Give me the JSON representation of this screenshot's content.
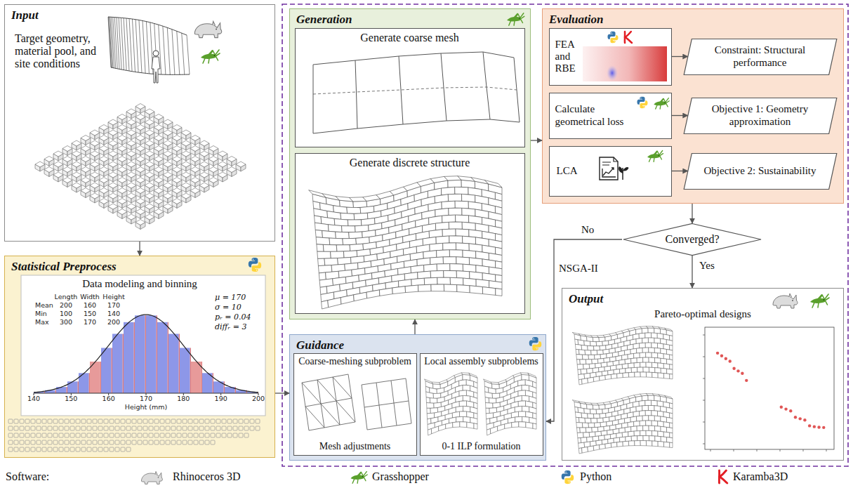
{
  "diagram": {
    "nodes": [
      {
        "text": [
          "Input",
          "Target geometry, material pool, and site conditions"
        ]
      },
      {
        "text": [
          "Statistical Preprocess",
          "Data modeling and binning"
        ]
      },
      {
        "text": [
          "Generation"
        ]
      },
      {
        "text": [
          "Generate coarse mesh"
        ],
        "in": 2
      },
      {
        "text": [
          "Generate discrete structure"
        ],
        "in": 2
      },
      {
        "text": [
          "Evaluation"
        ]
      },
      {
        "text": [
          "FEA and RBE"
        ],
        "in": 5
      },
      {
        "text": [
          "Calculate geometrical loss"
        ],
        "in": 5
      },
      {
        "text": [
          "LCA"
        ],
        "in": 5
      },
      {
        "text": [
          "Constraint: Structural performance"
        ],
        "in": 5
      },
      {
        "text": [
          "Objective 1: Geometry approximation"
        ],
        "in": 5
      },
      {
        "text": [
          "Objective 2: Sustainability"
        ],
        "in": 5
      },
      {
        "text": [
          "Converged?"
        ]
      },
      {
        "text": [
          "Guidance"
        ]
      },
      {
        "text": [
          "Coarse-meshing subproblem",
          "Mesh adjustments"
        ],
        "in": 13
      },
      {
        "text": [
          "Local assembly subproblems",
          "0-1 ILP formulation"
        ],
        "in": 13
      },
      {
        "text": [
          "Output",
          "Pareto-optimal designs"
        ]
      }
    ],
    "edges": [
      {
        "from": 0,
        "to": 1,
        "arrow": "to"
      },
      {
        "from": 1,
        "to": 13,
        "arrow": "to"
      },
      {
        "from": 13,
        "to": 2,
        "arrow": "to"
      },
      {
        "from": 2,
        "to": 5,
        "arrow": "to"
      },
      {
        "from": 6,
        "to": 9,
        "arrow": "to"
      },
      {
        "from": 7,
        "to": 10,
        "arrow": "to"
      },
      {
        "from": 8,
        "to": 11,
        "arrow": "to"
      },
      {
        "from": 5,
        "to": 12,
        "arrow": "to"
      },
      {
        "from": 12,
        "to": 16,
        "label": "Yes",
        "arrow": "to"
      },
      {
        "from": 12,
        "to": 13,
        "label": "No",
        "arrow": "to"
      }
    ],
    "labels": [
      "Length",
      "Width",
      "Height",
      "Mean",
      "200",
      "160",
      "170",
      "Min",
      "100",
      "150",
      "140",
      "Max",
      "300",
      "170",
      "200",
      "μ = 170",
      "σ = 10",
      "pᵣ = 0.04",
      "diffᵣ = 3",
      "140",
      "150",
      "160",
      "170",
      "180",
      "190",
      "200",
      "Height (mm)",
      "NSGA-II",
      "Software:"
    ],
    "legend": [
      {
        "text": "Rhinoceros 3D"
      },
      {
        "text": "Grasshopper"
      },
      {
        "text": "Python"
      },
      {
        "text": "Karamba3D"
      }
    ]
  }
}
